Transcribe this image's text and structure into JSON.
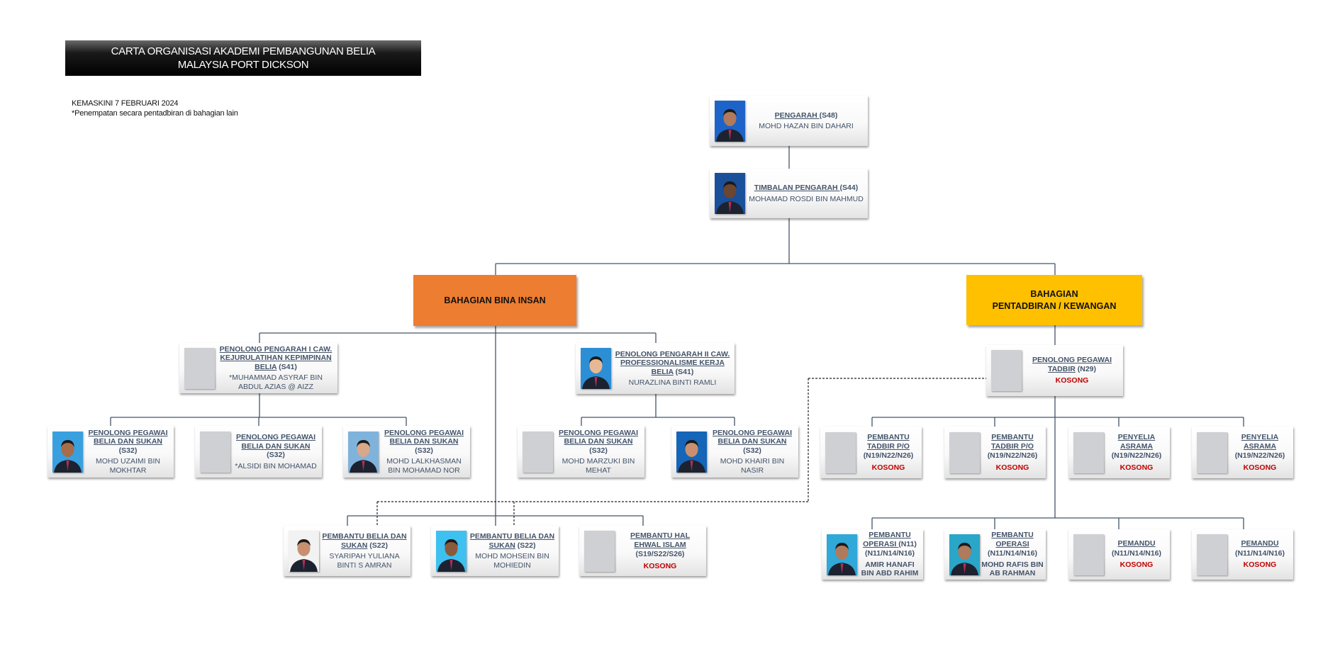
{
  "header": {
    "title_line1": "CARTA ORGANISASI  AKADEMI PEMBANGUNAN BELIA",
    "title_line2": "MALAYSIA PORT DICKSON",
    "updated": "KEMASKINI  7 FEBRUARI 2024",
    "note": "*Penempatan secara pentadbiran di bahagian lain"
  },
  "divisions": [
    {
      "label_line1": "BAHAGIAN  BINA INSAN",
      "label_line2": "",
      "color": "#ed7d31"
    },
    {
      "label_line1": "BAHAGIAN",
      "label_line2": "PENTADBIRAN  / KEWANGAN",
      "color": "#ffc000"
    }
  ],
  "colors": {
    "text": "#44546a",
    "vacant": "#c00000",
    "line": "#44546a"
  },
  "cards": [
    {
      "title": "PENGARAH ",
      "grade": "(S48)",
      "extra": "",
      "name": "MOHD HAZAN BIN DAHARI",
      "status": "",
      "photo": "photo-icon"
    },
    {
      "title": "TIMBALAN PENGARAH ",
      "grade": "(S44)",
      "extra": "",
      "name": "MOHAMAD ROSDI BIN MAHMUD",
      "status": "",
      "photo": "photo-icon"
    },
    {
      "title": "PENOLONG PENGARAH I CAW. KEJURULATIHAN KEPIMPINAN BELIA",
      "grade": " (S41)",
      "extra": "",
      "name": "*MUHAMMAD ASYRAF BIN ABDUL AZIAS @ AIZZ",
      "status": "",
      "photo": "placeholder"
    },
    {
      "title": "PENOLONG PENGARAH II CAW. PROFESSIONALISME KERJA BELIA",
      "grade": " (S41)",
      "extra": "",
      "name": "NURAZLINA BINTI RAMLI",
      "status": "",
      "photo": "photo-icon"
    },
    {
      "title": "PENOLONG PEGAWAI BELIA DAN SUKAN",
      "grade": " (S32)",
      "extra": "",
      "name": "MOHD UZAIMI BIN MOKHTAR",
      "status": "",
      "photo": "photo-icon"
    },
    {
      "title": "PENOLONG PEGAWAI BELIA DAN SUKAN",
      "grade": " (S32)",
      "extra": "",
      "name": "*ALSIDI BIN MOHAMAD",
      "status": "",
      "photo": "placeholder"
    },
    {
      "title": "PENOLONG PEGAWAI BELIA DAN SUKAN",
      "grade": " (S32)",
      "extra": "",
      "name": "MOHD LALKHASMAN BIN MOHAMAD NOR",
      "status": "",
      "photo": "photo-icon"
    },
    {
      "title": "PENOLONG PEGAWAI BELIA DAN SUKAN",
      "grade": " (S32)",
      "extra": "",
      "name": "MOHD MARZUKI BIN MEHAT",
      "status": "",
      "photo": "placeholder"
    },
    {
      "title": "PENOLONG PEGAWAI BELIA DAN SUKAN",
      "grade": " (S32)",
      "extra": "",
      "name": "MOHD KHAIRI BIN NASIR",
      "status": "",
      "photo": "photo-icon"
    },
    {
      "title": "PEMBANTU BELIA DAN SUKAN",
      "grade": " (S22)",
      "extra": "",
      "name": "SYARIPAH YULIANA BINTI S AMRAN",
      "status": "",
      "photo": "photo-icon"
    },
    {
      "title": "PEMBANTU BELIA DAN SUKAN",
      "grade": " (S22)",
      "extra": "",
      "name": "MOHD MOHSEIN BIN MOHIEDIN",
      "status": "",
      "photo": "photo-icon"
    },
    {
      "title": "PEMBANTU HAL EHWAL ISLAM",
      "grade": "",
      "extra": "(S19/S22/S26)",
      "name": "",
      "status": "KOSONG",
      "photo": "placeholder"
    },
    {
      "title": "PENOLONG PEGAWAI TADBIR",
      "grade": " (N29)",
      "extra": "",
      "name": "",
      "status": "KOSONG",
      "photo": "placeholder"
    },
    {
      "title": "PEMBANTU TADBIR P/O",
      "grade": "",
      "extra": "(N19/N22/N26)",
      "name": "",
      "status": "KOSONG",
      "photo": "placeholder"
    },
    {
      "title": "PEMBANTU TADBIR P/O",
      "grade": "",
      "extra": "(N19/N22/N26)",
      "name": "",
      "status": "KOSONG",
      "photo": "placeholder"
    },
    {
      "title": "PENYELIA ASRAMA",
      "grade": "",
      "extra": "(N19/N22/N26)",
      "name": "",
      "status": "KOSONG",
      "photo": "placeholder"
    },
    {
      "title": "PENYELIA ASRAMA",
      "grade": "",
      "extra": "(N19/N22/N26)",
      "name": "",
      "status": "KOSONG",
      "photo": "placeholder"
    },
    {
      "title": "PEMBANTU OPERASI ",
      "grade": "(N11)",
      "extra": "(N11/N14/N16)",
      "name": "AMIR HANAFI BIN ABD RAHIM",
      "status": "",
      "photo": "photo-icon"
    },
    {
      "title": "PEMBANTU OPERASI",
      "grade": "",
      "extra": "(N11/N14/N16)",
      "name": "MOHD RAFIS BIN AB RAHMAN",
      "status": "",
      "photo": "photo-icon"
    },
    {
      "title": "PEMANDU",
      "grade": "",
      "extra": "(N11/N14/N16)",
      "name": "",
      "status": "KOSONG",
      "photo": "placeholder"
    },
    {
      "title": "PEMANDU",
      "grade": "",
      "extra": "(N11/N14/N16)",
      "name": "",
      "status": "KOSONG",
      "photo": "placeholder"
    }
  ]
}
